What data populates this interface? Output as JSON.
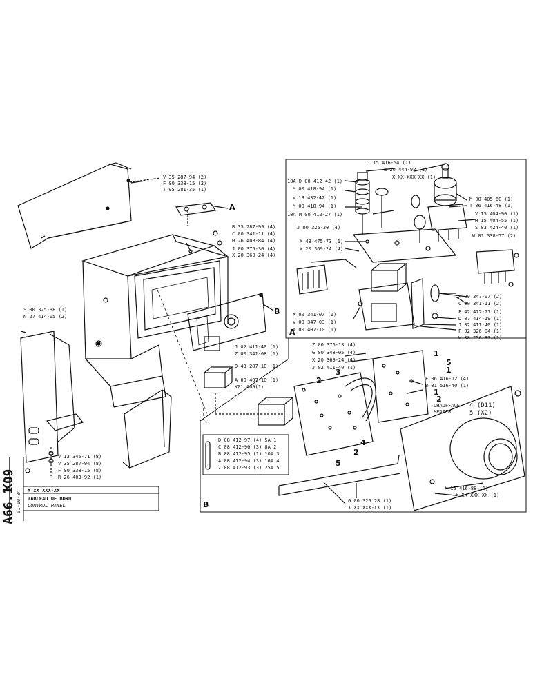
{
  "sheet": {
    "code_left": "K09",
    "code_right": "A66.1",
    "date": "01-10-84",
    "header_code": "X  XX  XXX-XX",
    "title_fr": "TABLEAU DE BORD",
    "title_en": "CONTROL PANEL"
  },
  "callouts": {
    "a": "A",
    "b": "B",
    "view_a": "A",
    "view_b": "B"
  },
  "left_refs": [
    "V 35 287-94 (2)",
    "F 00 338-15 (2)",
    "T 95 281-35 (1)",
    "B 35 287-99 (4)",
    "C 00 341-11 (4)",
    "H 26 403-84 (4)",
    "J 00 375-30 (4)",
    "X 20 369-24 (4)",
    "S 00 325-38 (1)",
    "N 27 414-05 (2)",
    "J 02 411-40 (1)",
    "Z 00 341-08 (1)",
    "D 43 287-18 (1)",
    "A 00 407-10 (1)",
    "K01 A09(1)",
    "V 13 345-71 (8)",
    "V 35 287-94 (8)",
    "F 00 338-15 (8)",
    "R 26 403-92 (1)"
  ],
  "a_refs_top": [
    "1 15 416-54 (1)",
    "Z 20 444-92 (1)",
    "X XX XXX-XX (1)"
  ],
  "a_refs_left": [
    "10A D 00 412-42 (1)",
    "M 00 418-94 (1)",
    "V 13 432-42 (1)",
    "M 00 418-94 (1)",
    "10A M 00 412-27 (1)",
    "J 00 325-30 (4)",
    "X 43 475-73 (1)",
    "X 20 369-24 (4)"
  ],
  "a_refs_right": [
    "M 00 405-60 (1)",
    "T 06 416-48 (1)",
    "V 15 404-90 (1)",
    "H 15 404-55 (1)",
    "S 03 424-40 (1)",
    "W 01 338-57 (2)",
    "A 00 347-07 (2)",
    "C 00 341-11 (2)",
    "F 42 472-77 (1)",
    "D 07 414-19 (1)",
    "J 02 411-40 (1)",
    "F 02 326-04 (1)",
    "W 38 256-33 (1)"
  ],
  "a_refs_bottom": [
    "X 00 341-07 (1)",
    "V 00 347-03 (1)",
    "A 00 407-10 (1)"
  ],
  "b_refs_top": [
    "Z 00 376-13 (4)",
    "G 00 348-05 (4)",
    "X 20 369-24 (4)",
    "J 02 411-40 (1)"
  ],
  "b_refs_right": [
    "E 06 416-12 (4)",
    "B 01 516-40 (1)"
  ],
  "b_numbers": {
    "n1a": "1",
    "n5": "5",
    "n1b": "1",
    "n1c": "1",
    "n2a": "2",
    "n2b": "2",
    "n3": "3",
    "n4": "4",
    "n5b": "5",
    "n2c": "2"
  },
  "heater": {
    "fr": "CHAUFFAGE",
    "en": "HEATER",
    "opt1": "4 (D11)",
    "opt2": "5 (X2)"
  },
  "fuses": [
    "D 08 412-97 (4) 5A  1",
    "C 08 412-96 (3) 8A  2",
    "B 08 412-95 (1) 10A 3",
    "A 08 412-94 (3) 16A 4",
    "Z 08 412-93 (3) 25A 5"
  ],
  "b_refs_bottom": [
    "X 15 416-88 (1)",
    "X XX XXX-XX (1)",
    "G 00 325.28 (1)",
    "X XX XXX-XX (1)"
  ]
}
